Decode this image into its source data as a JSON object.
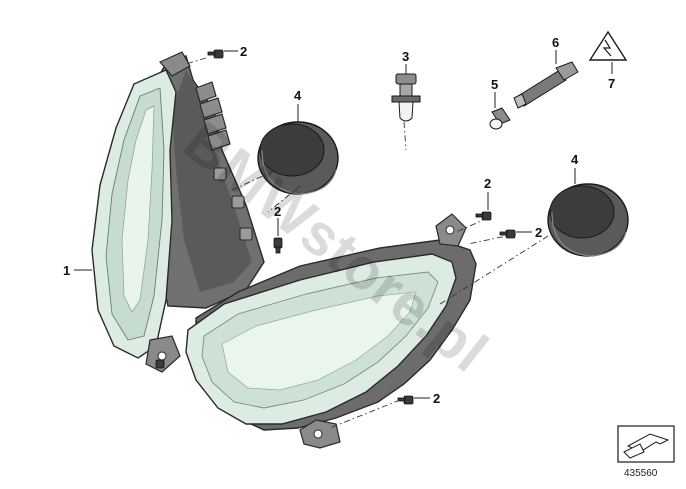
{
  "callouts": {
    "c1": "1",
    "c2a": "2",
    "c2b": "2",
    "c2c": "2",
    "c2d": "2",
    "c2e": "2",
    "c3": "3",
    "c4a": "4",
    "c4b": "4",
    "c5": "5",
    "c6": "6",
    "c7": "7"
  },
  "watermark": "BMWstore.pl",
  "diagram_number": "435560",
  "colors": {
    "housing": "#6e6e6e",
    "lens": "#d9ebe0",
    "cap": "#4d4d4d",
    "text": "#111111"
  },
  "icons": {
    "warning": "electrical-warning-triangle-icon",
    "direction": "arrow-direction-icon"
  }
}
